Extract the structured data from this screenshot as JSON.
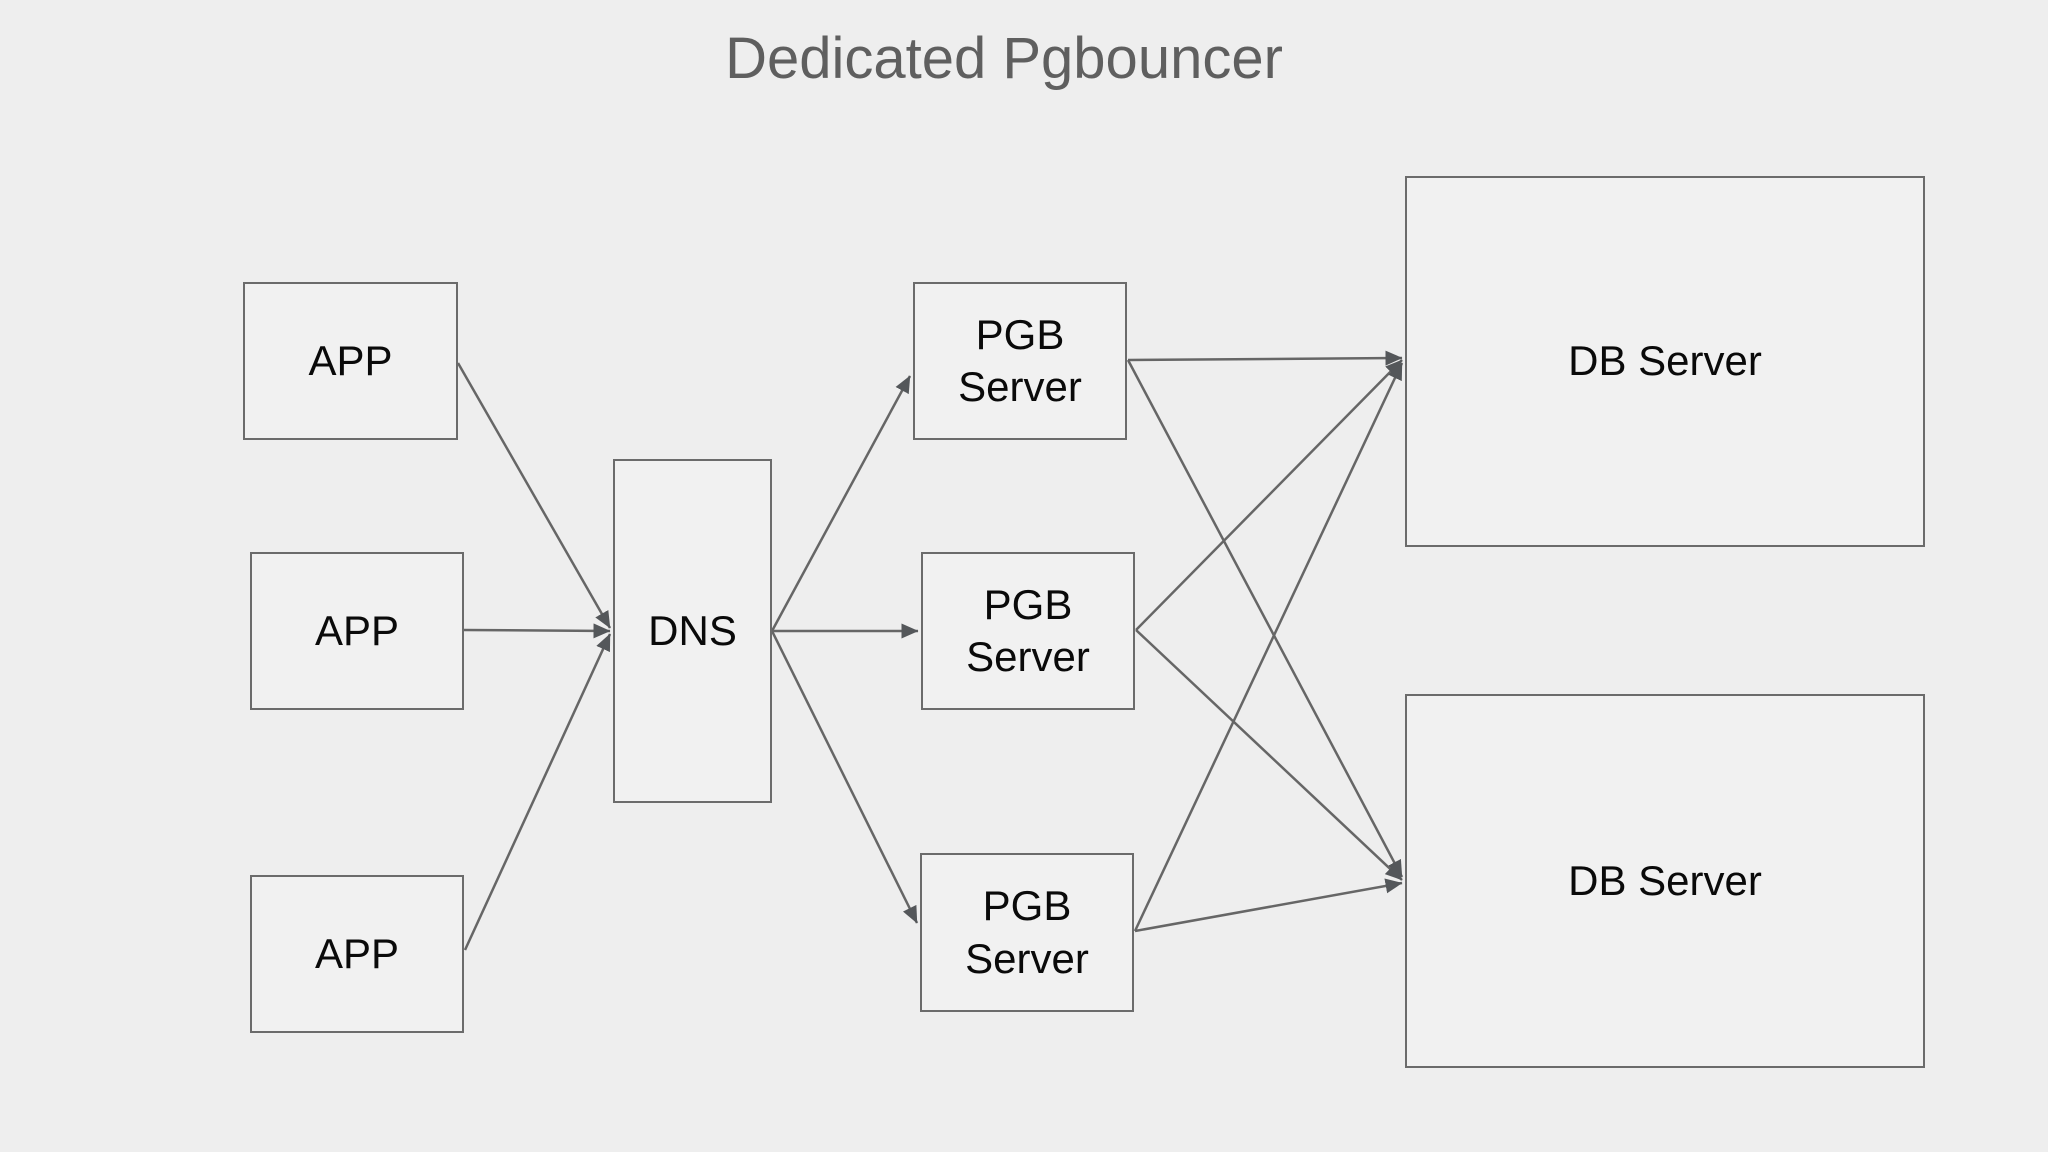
{
  "title": "Dedicated Pgbouncer",
  "colors": {
    "background": "#eeeeee",
    "node_fill": "#f1f1f1",
    "node_border": "#6b6b6b",
    "connector_line": "#666666",
    "arrowhead": "#54575a",
    "title_text": "#5f5f5f",
    "label_text": "#0a0a0a"
  },
  "nodes": [
    {
      "id": "app-1",
      "label": "APP"
    },
    {
      "id": "app-2",
      "label": "APP"
    },
    {
      "id": "app-3",
      "label": "APP"
    },
    {
      "id": "dns",
      "label": "DNS"
    },
    {
      "id": "pgb-1",
      "label": "PGB Server",
      "lines": [
        "PGB",
        "Server"
      ]
    },
    {
      "id": "pgb-2",
      "label": "PGB Server",
      "lines": [
        "PGB",
        "Server"
      ]
    },
    {
      "id": "pgb-3",
      "label": "PGB Server",
      "lines": [
        "PGB",
        "Server"
      ]
    },
    {
      "id": "db-1",
      "label": "DB Server"
    },
    {
      "id": "db-2",
      "label": "DB Server"
    }
  ],
  "edges": [
    {
      "from": "app-1",
      "to": "dns"
    },
    {
      "from": "app-2",
      "to": "dns"
    },
    {
      "from": "app-3",
      "to": "dns"
    },
    {
      "from": "dns",
      "to": "pgb-1"
    },
    {
      "from": "dns",
      "to": "pgb-2"
    },
    {
      "from": "dns",
      "to": "pgb-3"
    },
    {
      "from": "pgb-1",
      "to": "db-1"
    },
    {
      "from": "pgb-1",
      "to": "db-2"
    },
    {
      "from": "pgb-2",
      "to": "db-1"
    },
    {
      "from": "pgb-2",
      "to": "db-2"
    },
    {
      "from": "pgb-3",
      "to": "db-1"
    },
    {
      "from": "pgb-3",
      "to": "db-2"
    }
  ]
}
